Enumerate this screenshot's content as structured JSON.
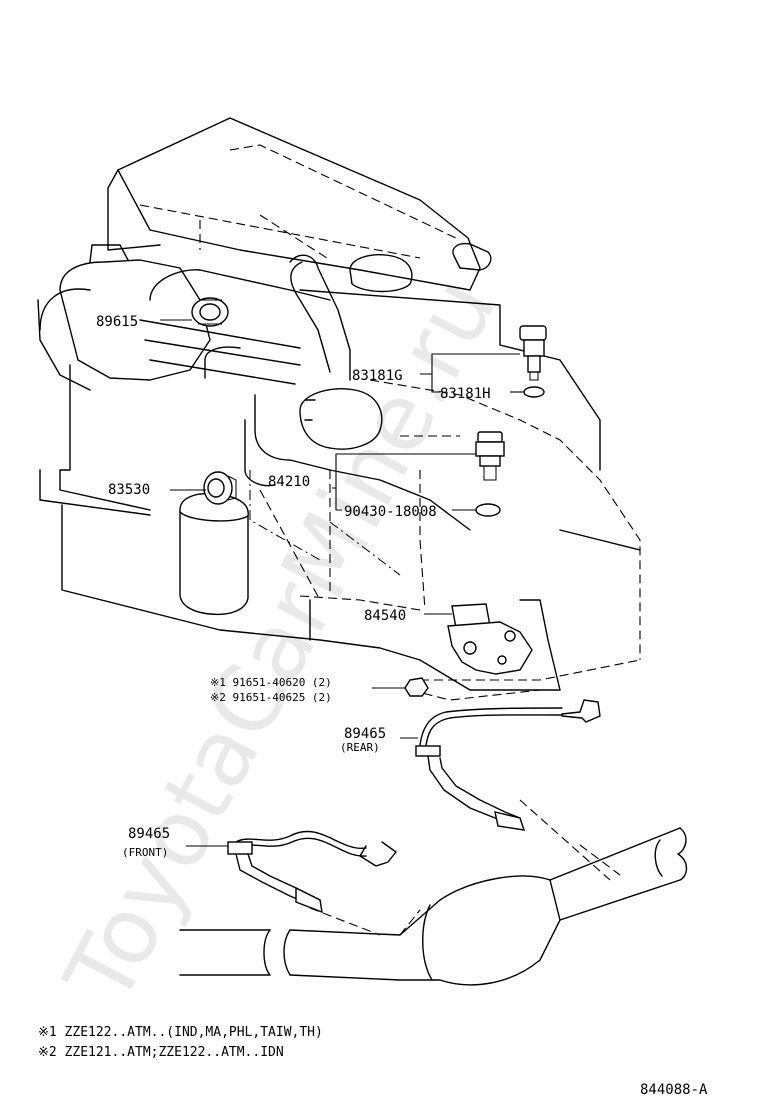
{
  "watermark": "ToyotaCarMine.ru",
  "parts": {
    "p89615": "89615",
    "p83181G": "83181G",
    "p83181H": "83181H",
    "p84210": "84210",
    "p83530": "83530",
    "p90430": "90430-18008",
    "p84540": "84540",
    "p91651_1": "※1 91651-40620 (2)",
    "p91651_2": "※2 91651-40625 (2)",
    "p89465_rear": "89465",
    "p89465_rear_note": "(REAR)",
    "p89465_front": "89465",
    "p89465_front_note": "(FRONT)"
  },
  "notes": {
    "n1": "※1 ZZE122..ATM..(IND,MA,PHL,TAIW,TH)",
    "n2": "※2 ZZE121..ATM;ZZE122..ATM..IDN"
  },
  "figure_id": "844088-A"
}
